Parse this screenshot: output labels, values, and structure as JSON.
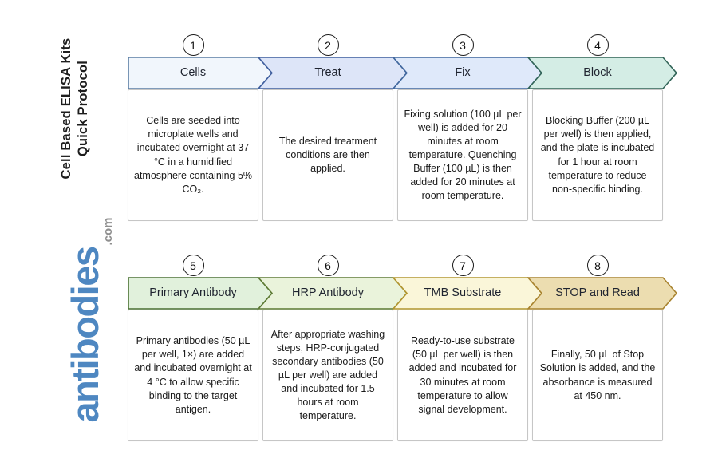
{
  "sidebar": {
    "title_line1": "Cell Based ELISA Kits",
    "title_line2": "Quick Protocol",
    "logo_text": "antibodies",
    "logo_suffix": ".com",
    "logo_color": "#4e87c1",
    "logo_suffix_color": "#8f8f8f",
    "title_color": "#1d1d1d"
  },
  "rows": [
    {
      "steps": [
        {
          "number": "1",
          "label": "Cells",
          "description": "Cells are seeded into microplate wells and incubated overnight at 37 °C in a humidified atmosphere containing 5% CO₂.",
          "fill": "#f1f6fc",
          "stroke": "#5b7da3"
        },
        {
          "number": "2",
          "label": "Treat",
          "description": "The desired treatment conditions are then applied.",
          "fill": "#dde5f8",
          "stroke": "#3f5e9e"
        },
        {
          "number": "3",
          "label": "Fix",
          "description": "Fixing solution (100 µL per well) is added for 20 minutes at room temperature. Quenching Buffer (100 µL) is then added for 20 minutes at room temperature.",
          "fill": "#dfe9fa",
          "stroke": "#41689e"
        },
        {
          "number": "4",
          "label": "Block",
          "description": "Blocking Buffer (200 µL per well) is then applied, and the plate is incubated for 1 hour at room temperature to reduce non-specific binding.",
          "fill": "#d4ede5",
          "stroke": "#316457"
        }
      ]
    },
    {
      "steps": [
        {
          "number": "5",
          "label": "Primary Antibody",
          "description": "Primary antibodies (50 µL per well, 1×) are added and incubated overnight at 4 °C to allow specific binding to the target antigen.",
          "fill": "#e1f1dc",
          "stroke": "#4a7133"
        },
        {
          "number": "6",
          "label": "HRP Antibody",
          "description": "After appropriate washing steps, HRP-conjugated secondary antibodies (50 µL per well) are added and incubated for 1.5 hours at room temperature.",
          "fill": "#eaf3db",
          "stroke": "#5d7a33"
        },
        {
          "number": "7",
          "label": "TMB Substrate",
          "description": "Ready-to-use substrate (50 µL per well) is then added and incubated for 30 minutes at room temperature to allow signal development.",
          "fill": "#faf6d9",
          "stroke": "#b2952f"
        },
        {
          "number": "8",
          "label": "STOP and Read",
          "description": "Finally, 50 µL of Stop Solution is added, and the absorbance is measured at 450 nm.",
          "fill": "#ecddb0",
          "stroke": "#a8832f"
        }
      ]
    }
  ]
}
